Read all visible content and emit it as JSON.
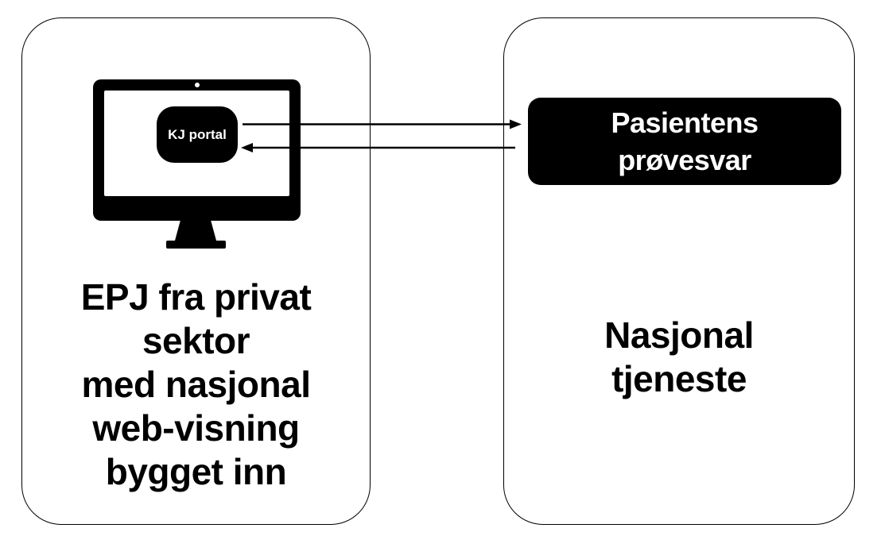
{
  "diagram": {
    "background_color": "#ffffff",
    "ink_color": "#000000",
    "left_node": {
      "icon": "desktop-monitor-icon",
      "monitor_badge_label": "KJ portal",
      "label_lines": [
        "EPJ fra privat",
        "sektor",
        "med nasjonal",
        "web-visning",
        "bygget inn"
      ]
    },
    "right_node": {
      "service_box": {
        "fill": "#000000",
        "text_color": "#ffffff",
        "lines": [
          "Pasientens",
          "prøvesvar"
        ]
      },
      "label_lines": [
        "Nasjonal",
        "tjeneste"
      ]
    },
    "arrows": [
      {
        "name": "portal-to-service",
        "direction": "right"
      },
      {
        "name": "service-to-portal",
        "direction": "left"
      }
    ]
  }
}
